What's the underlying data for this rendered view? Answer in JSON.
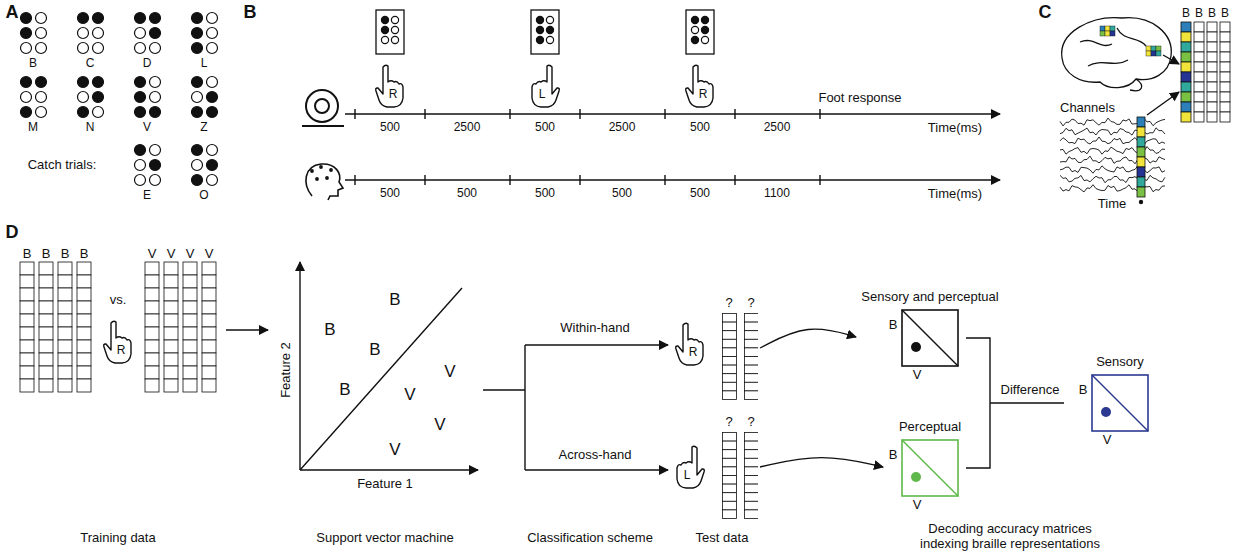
{
  "diagram": {
    "nodes": [
      {
        "text": [
          "?",
          "?"
        ]
      },
      {
        "text": [
          "Sensory and perceptual",
          "B",
          "V"
        ]
      },
      {
        "text": [
          "?",
          "?"
        ]
      },
      {
        "text": [
          "Perceptual",
          "B",
          "V"
        ]
      },
      {
        "text": [
          "Sensory",
          "B",
          "V"
        ]
      }
    ],
    "edges": [
      {
        "from": 0,
        "to": 1,
        "arrow": "to"
      },
      {
        "from": 2,
        "to": 3,
        "arrow": "to"
      }
    ],
    "labels": [
      "A",
      "B",
      "C",
      "D",
      "B",
      "C",
      "D",
      "L",
      "M",
      "N",
      "V",
      "Z",
      "Catch trials:",
      "E",
      "O",
      "R",
      "L",
      "R",
      "500",
      "2500",
      "500",
      "2500",
      "500",
      "2500",
      "Time(ms)",
      "Foot response",
      "500",
      "500",
      "500",
      "500",
      "500",
      "1100",
      "Time(ms)",
      "B",
      "B",
      "B",
      "B",
      "Channels",
      "Time",
      "B",
      "B",
      "B",
      "B",
      "V",
      "V",
      "V",
      "V",
      "vs.",
      "R",
      "Training data",
      "Feature 2",
      "Feature 1",
      "B",
      "B",
      "B",
      "B",
      "V",
      "V",
      "V",
      "V",
      "Support vector machine",
      "Within-hand",
      "Across-hand",
      "Classification scheme",
      "R",
      "L",
      "Test data",
      "Difference",
      "Decoding accuracy matrices indexing braille representations"
    ]
  }
}
